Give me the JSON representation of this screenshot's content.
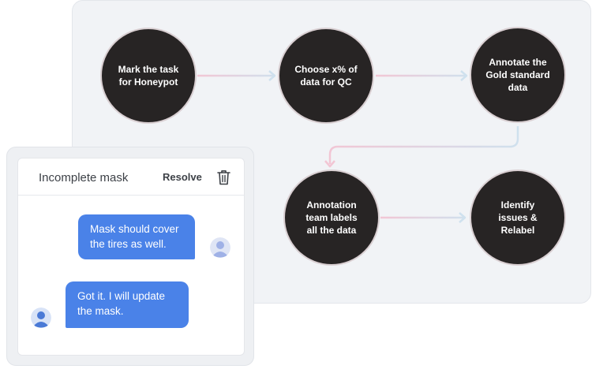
{
  "flow": {
    "nodes": [
      {
        "id": "honeypot",
        "lines": [
          "Mark the task",
          "for Honeypot"
        ]
      },
      {
        "id": "choose-qc",
        "lines": [
          "Choose x% of",
          "data for QC"
        ]
      },
      {
        "id": "gold-standard",
        "lines": [
          "Annotate the",
          "Gold standard",
          "data"
        ]
      },
      {
        "id": "team-labels",
        "lines": [
          "Annotation",
          "team labels",
          "all the data"
        ]
      },
      {
        "id": "relabel",
        "lines": [
          "Identify",
          "issues &",
          "Relabel"
        ]
      }
    ],
    "colors": {
      "node_fill": "#272424",
      "arrow_pink": "#f2c6d4",
      "arrow_blue": "#cfe1ee"
    }
  },
  "chat": {
    "title": "Incomplete mask",
    "resolve_label": "Resolve",
    "messages": [
      {
        "direction": "outgoing",
        "lines": [
          "Mask should cover",
          "the tires as well."
        ]
      },
      {
        "direction": "incoming",
        "lines": [
          "Got it. I will update",
          "the mask."
        ]
      }
    ],
    "colors": {
      "bubble": "#4a82e8",
      "avatar_outgoing": "#9fb1e6",
      "avatar_incoming": "#4a7ad6"
    }
  }
}
